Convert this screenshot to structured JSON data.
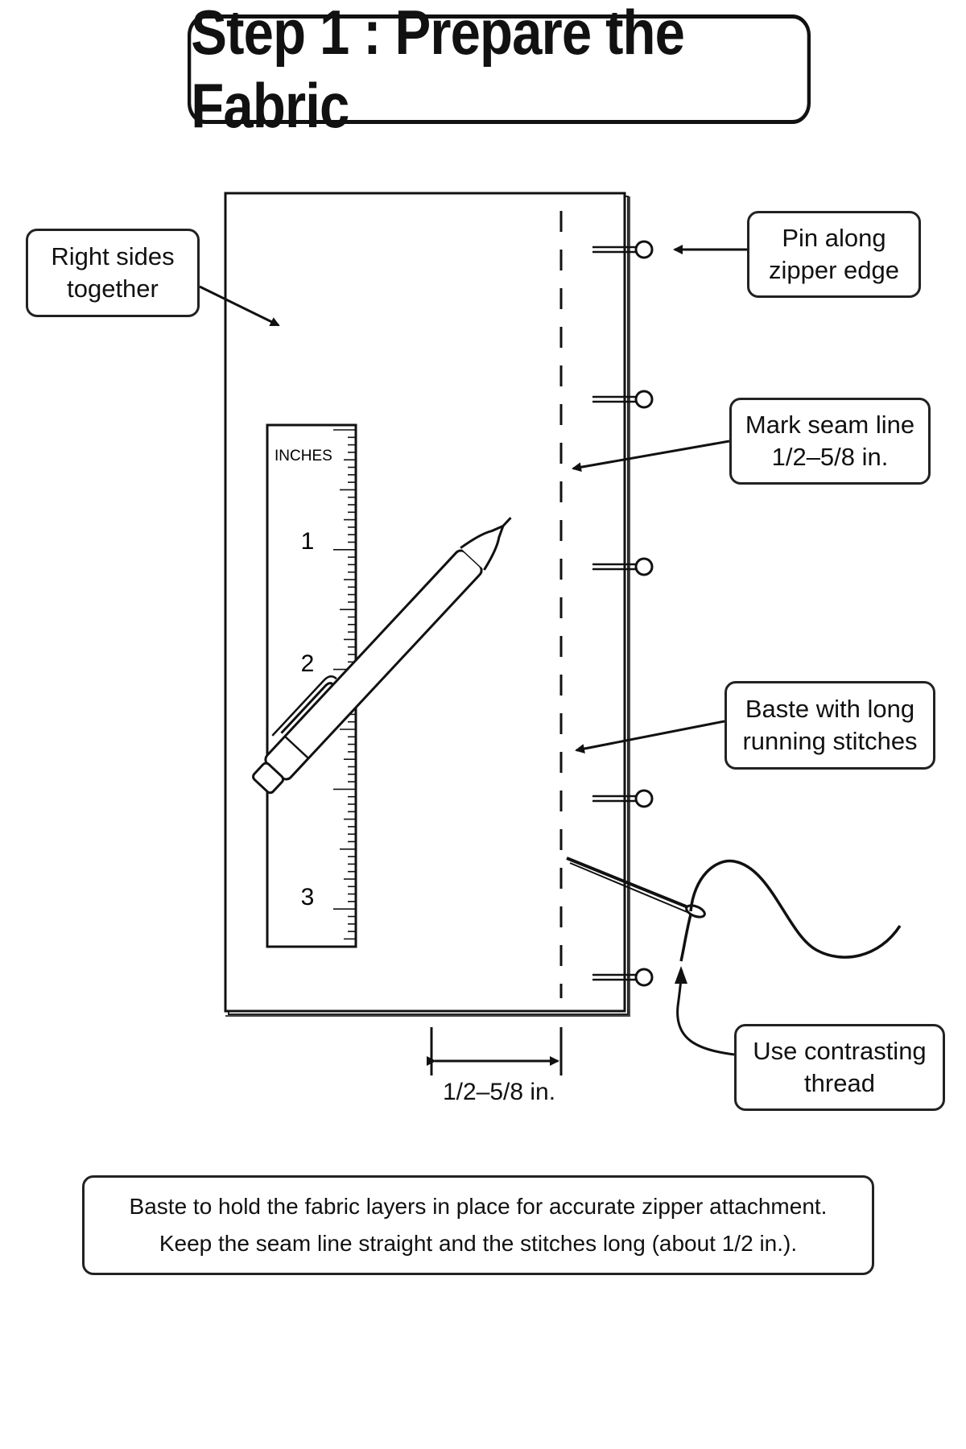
{
  "title": "Step 1 : Prepare the Fabric",
  "callouts": {
    "right_sides": [
      "Right sides",
      "together"
    ],
    "pin": [
      "Pin along",
      "zipper edge"
    ],
    "mark": [
      "Mark seam line",
      "1/2–5/8 in."
    ],
    "baste": [
      "Baste with long",
      "running stitches"
    ],
    "thread": [
      "Use contrasting",
      "thread"
    ]
  },
  "ruler": {
    "unit_label": "INCHES",
    "numbers": [
      "1",
      "2",
      "3"
    ]
  },
  "dimension_label": "1/2–5/8 in.",
  "note": [
    "Baste to hold the fabric layers in place for accurate zipper attachment.",
    "Keep the seam line straight and the stitches long (about 1/2 in.)."
  ],
  "pin_count": 5
}
